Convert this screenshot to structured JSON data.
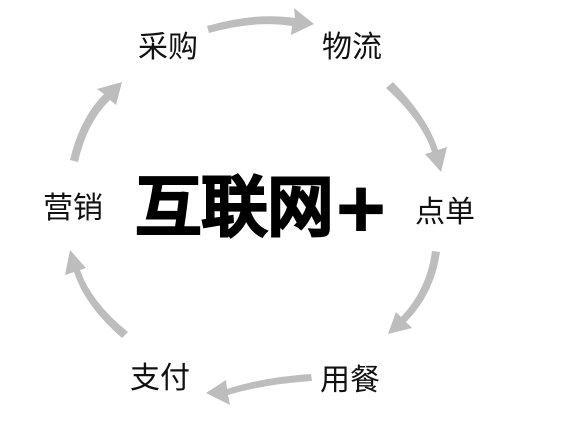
{
  "diagram": {
    "center_label": "互联网+",
    "nodes": [
      {
        "label": "采购"
      },
      {
        "label": "物流"
      },
      {
        "label": "点单"
      },
      {
        "label": "用餐"
      },
      {
        "label": "支付"
      },
      {
        "label": "营销"
      }
    ],
    "flow": [
      {
        "from": "采购",
        "to": "物流"
      },
      {
        "from": "物流",
        "to": "点单"
      },
      {
        "from": "点单",
        "to": "用餐"
      },
      {
        "from": "用餐",
        "to": "支付"
      },
      {
        "from": "支付",
        "to": "营销"
      },
      {
        "from": "营销",
        "to": "采购"
      }
    ],
    "colors": {
      "arrow": "#bdbdbd",
      "text": "#111111",
      "center_text": "#000000",
      "background": "#ffffff"
    }
  }
}
